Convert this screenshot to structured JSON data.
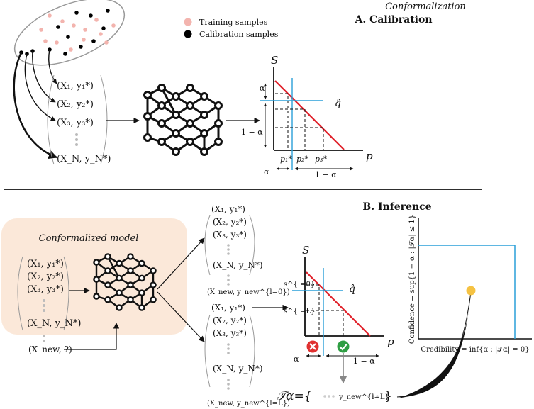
{
  "header": {
    "title": "Conformalization",
    "section_a": "A. Calibration",
    "section_b": "B. Inference"
  },
  "legend": {
    "training": "Training samples",
    "calibration": "Calibration samples",
    "training_color": "#f3b4ae",
    "calibration_color": "#000000"
  },
  "colors": {
    "red_line": "#e0202a",
    "blue_line": "#2a9fd8",
    "model_bg": "#fbe8d9",
    "reject": "#e03131",
    "accept": "#2f9e44",
    "point": "#f5c242"
  },
  "calibration": {
    "pairs": [
      "(X₁, y₁*)",
      "(X₂, y₂*)",
      "(X₃, y₃*)",
      "(X_N, y_N*)"
    ],
    "axis_y": "S",
    "axis_x": "p",
    "qhat": "q̂",
    "alpha": "α",
    "one_minus_alpha": "1 − α",
    "p_labels": [
      "p₁*",
      "p₂*",
      "p₃*"
    ],
    "bottom_alpha": "α",
    "bottom_one_minus_alpha": "1 − α"
  },
  "inference": {
    "model_label": "Conformalized model",
    "model_pairs": [
      "(X₁, y₁*)",
      "(X₂, y₂*)",
      "(X₃, y₃*)",
      "(X_N, y_N*)"
    ],
    "new_input": "(X_new, ?)",
    "top_pairs": [
      "(X₁, y₁*)",
      "(X₂, y₂*)",
      "(X₃, y₃*)",
      "(X_N, y_N*)",
      "(X_new, y_new^{l=0})"
    ],
    "bottom_pairs": [
      "(X₁, y₁*)",
      "(X₂, y₂*)",
      "(X₃, y₃*)",
      "(X_N, y_N*)",
      "(X_new, y_new^{l=L})"
    ],
    "axis_y": "S",
    "axis_x": "p",
    "qhat": "q̂",
    "s_l0": "s^{l=0}",
    "s_lL": "s^{l=L}",
    "bottom_alpha": "α",
    "bottom_one_minus_alpha": "1 − α",
    "set_label": "𝒯α={",
    "set_item": "y_new^{l=L}",
    "set_close": "}",
    "confidence_label": "Confidence = sup{1 − α : |𝒯α| ≤ 1}",
    "credibility_label": "Credibility = inf{α : |𝒯α| = 0}"
  }
}
